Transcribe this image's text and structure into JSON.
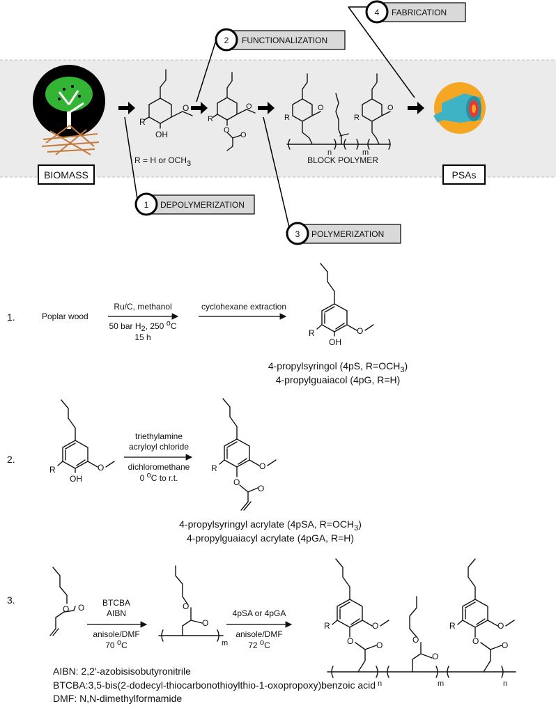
{
  "overview": {
    "steps": [
      {
        "num": "1",
        "label": "DEPOLYMERIZATION"
      },
      {
        "num": "2",
        "label": "FUNCTIONALIZATION"
      },
      {
        "num": "3",
        "label": "POLYMERIZATION"
      },
      {
        "num": "4",
        "label": "FABRICATION"
      }
    ],
    "biomass_label": "BIOMASS",
    "r_group_note": "R = H or OCH",
    "r_group_sub": "3",
    "block_polymer_label": "BLOCK POLYMER",
    "psas_label": "PSAs"
  },
  "atoms": {
    "r": "R",
    "oh": "OH",
    "o": "O",
    "n": "n",
    "m": "m"
  },
  "reaction1": {
    "number": "1.",
    "reactant": "Poplar wood",
    "cond_top": "Ru/C, methanol",
    "cond_bottom_1": "50 bar H",
    "cond_bottom_1_sub": "2",
    "cond_bottom_1_rest": ", 250 ",
    "cond_bottom_1_sup": "o",
    "cond_bottom_1_end": "C",
    "cond_bottom_2": "15 h",
    "step2_top": "cyclohexane extraction",
    "product_line1": "4-propylsyringol (4pS, R=OCH",
    "product_line1_sub": "3",
    "product_line1_end": ")",
    "product_line2": "4-propylguaiacol (4pG, R=H)"
  },
  "reaction2": {
    "number": "2.",
    "cond_top_1": "triethylamine",
    "cond_top_2": "acryloyl chloride",
    "cond_bottom_1": "dichloromethane",
    "cond_bottom_2": "0 ",
    "cond_bottom_2_sup": "o",
    "cond_bottom_2_end": "C to r.t.",
    "product_line1": "4-propylsyringyl acrylate (4pSA, R=OCH",
    "product_line1_sub": "3",
    "product_line1_end": ")",
    "product_line2": "4-propylguaiacyl acrylate (4pGA, R=H)"
  },
  "reaction3": {
    "number": "3.",
    "cond1_top_1": "BTCBA",
    "cond1_top_2": "AIBN",
    "cond1_bottom_1": "anisole/DMF",
    "cond1_bottom_2": "70 ",
    "cond1_bottom_2_sup": "o",
    "cond1_bottom_2_end": "C",
    "cond2_top": "4pSA or 4pGA",
    "cond2_bottom_1": "anisole/DMF",
    "cond2_bottom_2": "72 ",
    "cond2_bottom_2_sup": "o",
    "cond2_bottom_2_end": "C"
  },
  "footnotes": [
    "AIBN: 2,2′-azobisisobutyronitrile",
    "BTCBA:3,5-bis(2-dodecyl-thiocarbonothioylthio-1-oxopropoxy)benzoic acid",
    "DMF: N,N-dimethylformamide"
  ],
  "colors": {
    "band": "#ebebeb",
    "step_box": "#d9d9d9",
    "tree_circle": "#000000",
    "tree_leaf": "#33b435",
    "roots": "#c47a3a",
    "psa_circle": "#f5a623",
    "tape": "#3fb3c6",
    "tape_core": "#e53935"
  },
  "icons": [
    "tree-roots-icon",
    "tape-roll-icon",
    "arrow-right-icon"
  ]
}
